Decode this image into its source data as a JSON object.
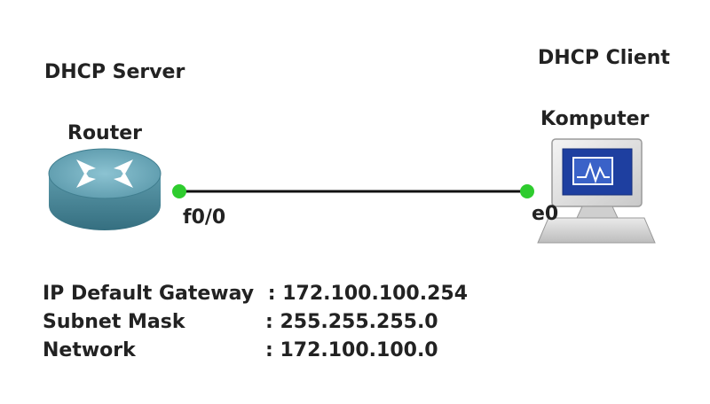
{
  "server": {
    "role": "DHCP Server",
    "name": "Router",
    "interface": "f0/0"
  },
  "client": {
    "role": "DHCP Client",
    "name": "Komputer",
    "interface": "e0"
  },
  "info": {
    "rows": [
      {
        "key": "IP Default Gateway",
        "value": ": 172.100.100.254"
      },
      {
        "key": "Subnet Mask",
        "value": ": 255.255.255.0"
      },
      {
        "key": "Network",
        "value": ": 172.100.100.0"
      }
    ]
  },
  "colors": {
    "link": "#111111",
    "port_dot": "#2ecc2e",
    "router_body": "#4f8fa0",
    "monitor_screen": "#1e3fa0"
  },
  "icons": [
    "router-icon",
    "computer-icon"
  ]
}
